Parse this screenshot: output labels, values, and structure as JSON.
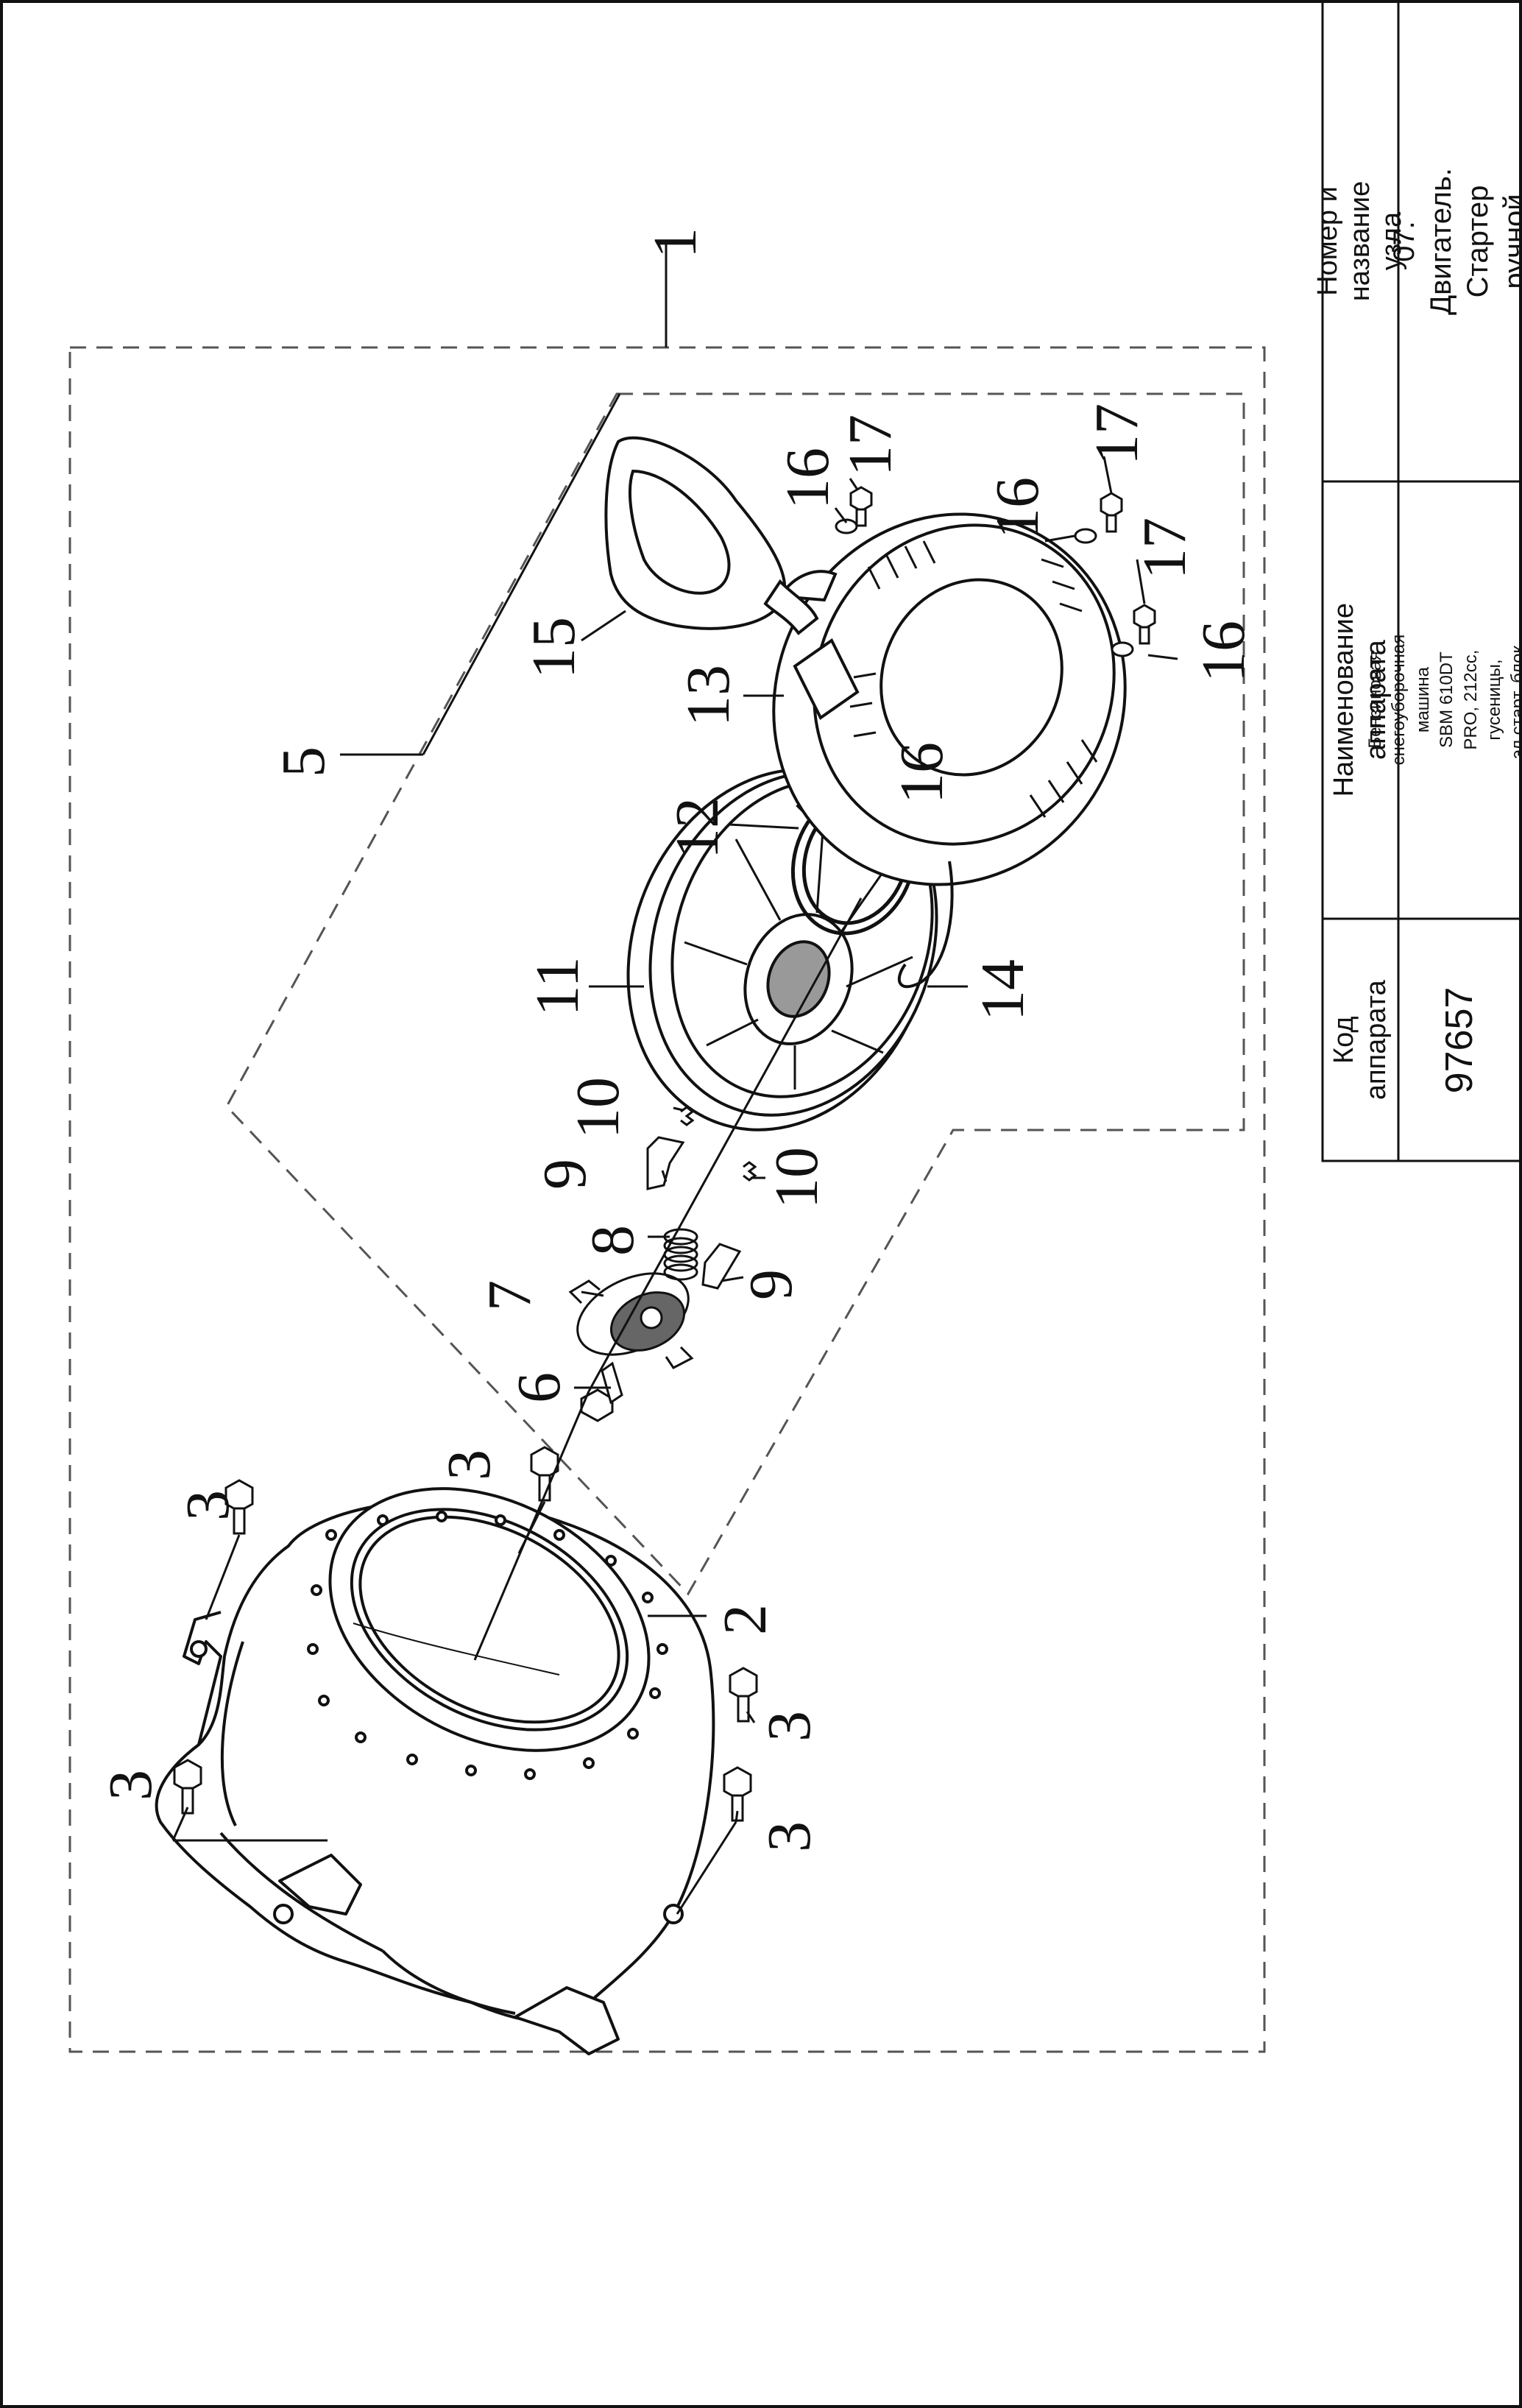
{
  "title_block": {
    "headers": {
      "code": "Код аппарата",
      "device_name": "Наименование аппарата",
      "assembly": "Номер и название узла"
    },
    "values": {
      "code": "97657",
      "device_name_lines": [
        "Бензиновая снегоуборочная машина",
        "SBM 610DT PRO, 212cc, гусеницы,",
        "эл.старт, блок. дифф.// Denzel"
      ],
      "assembly_lines": [
        "07. Двигатель. Стартер",
        "ручной"
      ]
    }
  },
  "diagram": {
    "part_numbers": [
      "1",
      "2",
      "3",
      "3",
      "3",
      "3",
      "3",
      "5",
      "6",
      "7",
      "8",
      "9",
      "9",
      "10",
      "10",
      "11",
      "12",
      "13",
      "14",
      "15",
      "16",
      "16",
      "16",
      "16",
      "17",
      "17",
      "17"
    ]
  },
  "colors": {
    "line": "#111111",
    "background": "#ffffff"
  }
}
